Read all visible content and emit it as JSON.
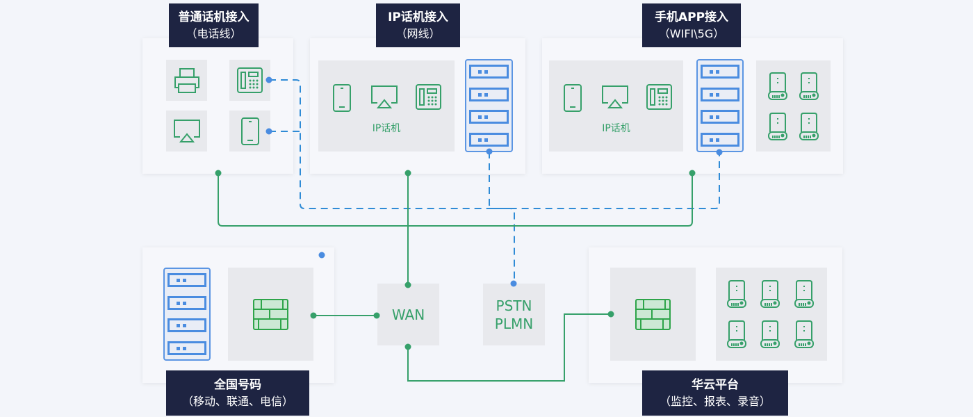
{
  "groups": {
    "landline": {
      "title": "普通话机接入",
      "subtitle": "（电话线）"
    },
    "ip_phone": {
      "title": "IP话机接入",
      "subtitle": "（网线）",
      "inner_label": "IP话机"
    },
    "mobile_app": {
      "title": "手机APP接入",
      "subtitle": "（WIFI\\5G）",
      "inner_label": "IP话机"
    },
    "national_numbers": {
      "title": "全国号码",
      "subtitle": "（移动、联通、电信）"
    },
    "huayun_platform": {
      "title": "华云平台",
      "subtitle": "（监控、报表、录音）"
    }
  },
  "nodes": {
    "wan": "WAN",
    "pstn": {
      "line1": "PSTN",
      "line2": "PLMN"
    }
  },
  "colors": {
    "green": "#36a06a",
    "blue": "#4a8ce0",
    "label_bg": "#1e2442",
    "dashed": "#2f8bd6"
  }
}
